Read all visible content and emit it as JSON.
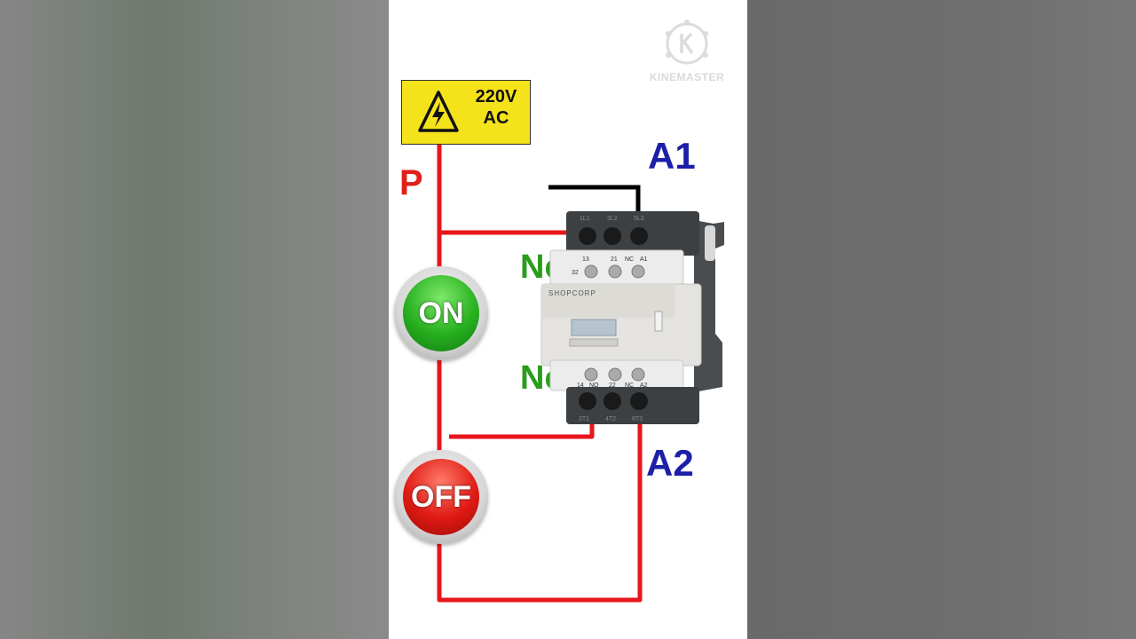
{
  "warning_sign": {
    "voltage": "220V",
    "type": "AC",
    "icon": "high-voltage-icon",
    "color": "#f4e21b"
  },
  "labels": {
    "phase": "P",
    "coil_a1": "A1",
    "coil_a2": "A2",
    "no_top": "No",
    "no_bottom": "No"
  },
  "buttons": {
    "on": {
      "label": "ON",
      "color": "#27b01f"
    },
    "off": {
      "label": "OFF",
      "color": "#e01a14"
    }
  },
  "contactor": {
    "brand": "SHOPCORP",
    "top_terminals": [
      "1L1",
      "3L2",
      "5L3"
    ],
    "aux_top": [
      "13",
      "21",
      "NC",
      "A1"
    ],
    "aux_top_extra": "32",
    "aux_bottom": [
      "14",
      "NO",
      "22",
      "NC",
      "A2"
    ],
    "bottom_terminals": [
      "2T1",
      "4T2",
      "6T3"
    ]
  },
  "watermark": {
    "text": "KINEMASTER",
    "icon": "kinemaster-logo-icon"
  },
  "colors": {
    "wire_red": "#e8161d",
    "wire_black": "#000000",
    "label_blue": "#1c1fa8",
    "label_green": "#2a9d1c"
  }
}
